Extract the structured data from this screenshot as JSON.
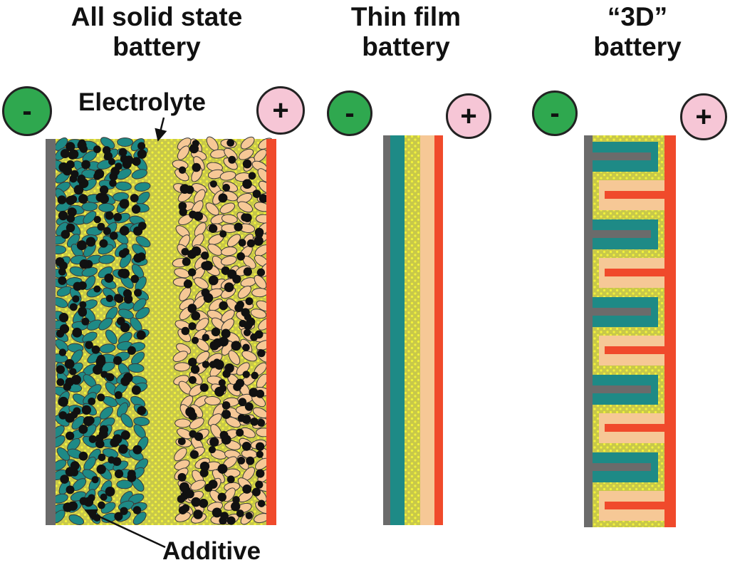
{
  "colors": {
    "negative_terminal": "#2fa84f",
    "positive_terminal": "#f6c6d6",
    "anode_collector": "#6b6b6b",
    "cathode_collector": "#f04a2b",
    "anode_material": "#1e8a86",
    "cathode_material": "#f6c896",
    "electrolyte": "#c8c84a",
    "electrolyte_dots": "#f2f23a",
    "additive": "#111111"
  },
  "panels": [
    {
      "title_line1": "All solid state",
      "title_line2": "battery",
      "neg_symbol": "-",
      "pos_symbol": "+"
    },
    {
      "title_line1": "Thin film",
      "title_line2": "battery",
      "neg_symbol": "-",
      "pos_symbol": "+"
    },
    {
      "title_line1": "“3D”",
      "title_line2": "battery",
      "neg_symbol": "-",
      "pos_symbol": "+"
    }
  ],
  "annotations": {
    "electrolyte": "Electrolyte",
    "additive": "Additive"
  }
}
